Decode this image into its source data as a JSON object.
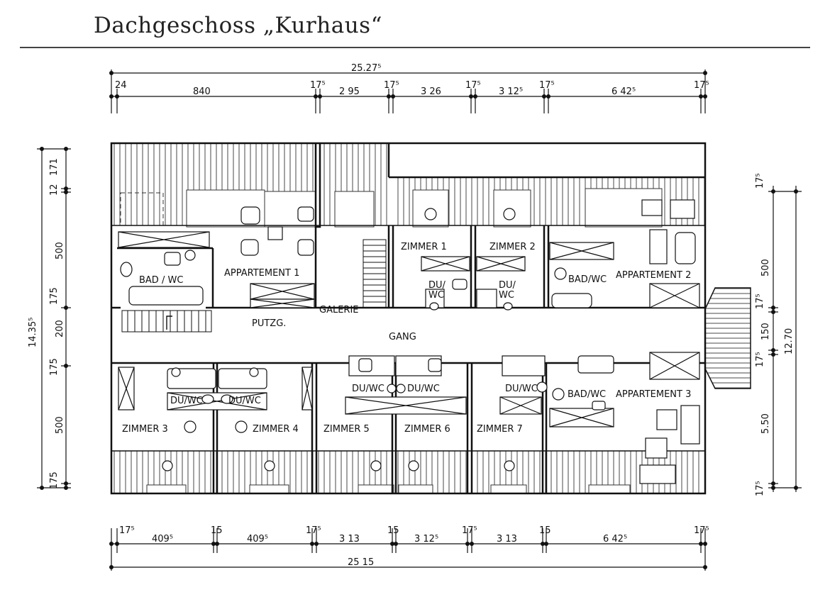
{
  "header": {
    "title": "Dachgeschoss „Kurhaus“"
  },
  "dimensions": {
    "top_total": "25.27⁵",
    "top_segments": [
      "24",
      "840",
      "17⁵",
      "2 95",
      "17⁵",
      "3 26",
      "17⁵",
      "3 12⁵",
      "17⁵",
      "6 42⁵",
      "17⁵"
    ],
    "bottom_total": "25 15",
    "bottom_segments": [
      "17⁵",
      "409⁵",
      "15",
      "409⁵",
      "17⁵",
      "3 13",
      "15",
      "3 12⁵",
      "17⁵",
      "3 13",
      "15",
      "6 42⁵",
      "17⁵"
    ],
    "left_total": "14.35⁵",
    "left_segments": [
      "12",
      "171",
      "500",
      "175",
      "200",
      "175",
      "500",
      "175"
    ],
    "right_total": "12.70",
    "right_segments": [
      "17⁵",
      "500",
      "17⁵",
      "150",
      "17⁵",
      "5.50",
      "17⁵"
    ]
  },
  "rooms": {
    "bad_wc_1": "BAD / WC",
    "appartement_1": "APPARTEMENT 1",
    "putzg": "PUTZG.",
    "galerie": "GALERIE",
    "zimmer_1": "ZIMMER 1",
    "zimmer_2": "ZIMMER 2",
    "du_wc_z1": "DU/\nWC",
    "du_wc_z2": "DU/\nWC",
    "bad_wc_2": "BAD/WC",
    "appartement_2": "APPARTEMENT 2",
    "gang": "GANG",
    "du_wc_a": "DU/WC",
    "du_wc_b": "DU/WC",
    "du_wc_c": "DU/WC",
    "du_wc_d": "DU/WC",
    "du_wc_e": "DU/WC",
    "bad_wc_3": "BAD/WC",
    "appartement_3": "APPARTEMENT 3",
    "zimmer_3": "ZIMMER 3",
    "zimmer_4": "ZIMMER 4",
    "zimmer_5": "ZIMMER 5",
    "zimmer_6": "ZIMMER 6",
    "zimmer_7": "ZIMMER 7"
  }
}
